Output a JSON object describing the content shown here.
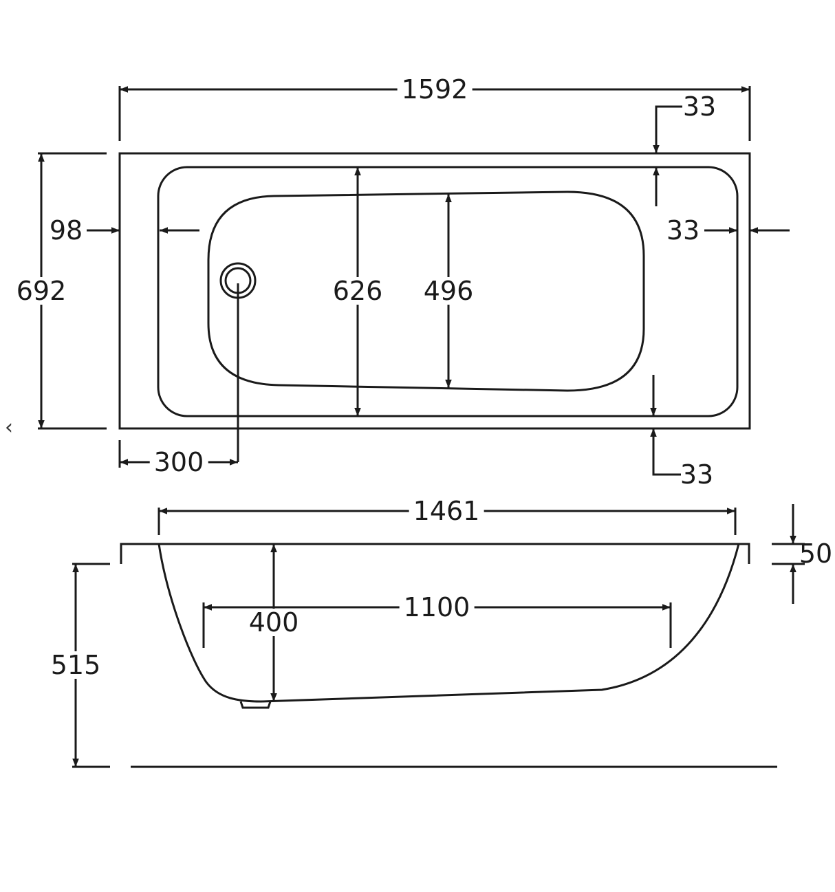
{
  "navigation": {
    "back_icon": "chevron-left-icon",
    "back_glyph": "‹"
  },
  "colors": {
    "line": "#1a1a1a",
    "background": "#ffffff"
  },
  "plan_view": {
    "overall_length": "1592",
    "overall_width": "692",
    "inner_width": "626",
    "base_width": "496",
    "left_rim": "98",
    "right_rim": "33",
    "top_rim": "33",
    "bottom_rim": "33",
    "waste_offset": "300"
  },
  "side_view": {
    "top_length": "1461",
    "base_length": "1100",
    "depth": "400",
    "overall_height": "515",
    "rim_thickness": "50"
  }
}
